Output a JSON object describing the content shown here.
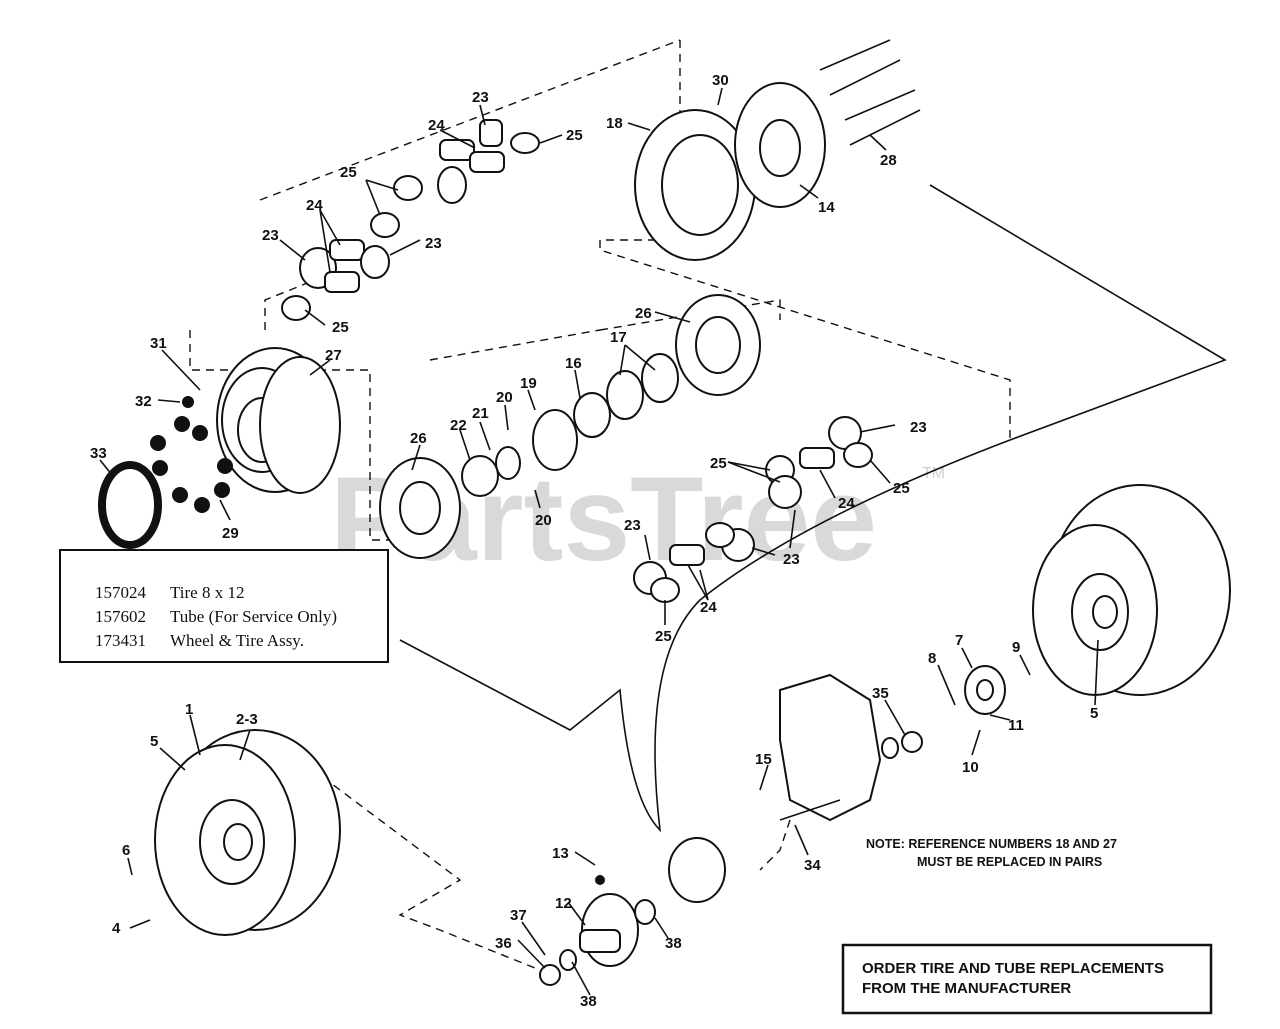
{
  "watermark": {
    "text": "PartsTree",
    "tm": "TM"
  },
  "parts_box": {
    "rows": [
      {
        "number": "157024",
        "desc": "Tire 8 x 12"
      },
      {
        "number": "157602",
        "desc": "Tube (For Service Only)"
      },
      {
        "number": "173431",
        "desc": "Wheel & Tire Assy."
      }
    ]
  },
  "note": {
    "line1": "NOTE:  REFERENCE NUMBERS 18 AND 27",
    "line2": "MUST BE REPLACED IN PAIRS"
  },
  "order_box": {
    "line1": "ORDER TIRE AND TUBE REPLACEMENTS",
    "line2": "FROM THE MANUFACTURER"
  },
  "callouts": [
    "23",
    "30",
    "24",
    "25",
    "18",
    "28",
    "25",
    "14",
    "24",
    "23",
    "23",
    "25",
    "26",
    "31",
    "27",
    "17",
    "19",
    "16",
    "32",
    "20",
    "21",
    "22",
    "26",
    "33",
    "23",
    "29",
    "25",
    "20",
    "24",
    "25",
    "23",
    "23",
    "24",
    "25",
    "7",
    "9",
    "8",
    "35",
    "5",
    "11",
    "1",
    "2-3",
    "5",
    "15",
    "10",
    "6",
    "13",
    "34",
    "37",
    "12",
    "4",
    "36",
    "38",
    "38"
  ]
}
